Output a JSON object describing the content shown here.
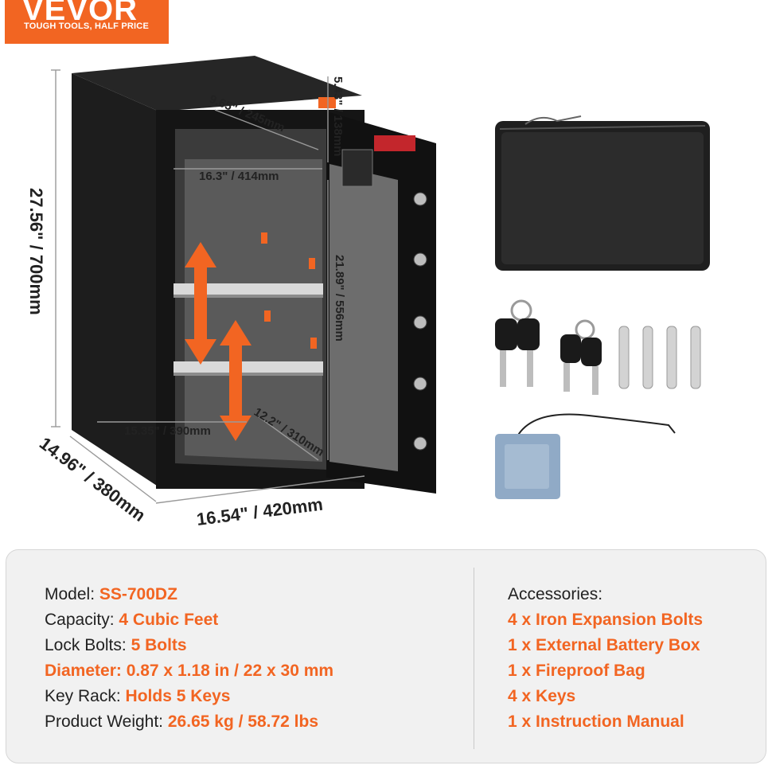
{
  "brand": {
    "name": "VEVOR",
    "tagline": "TOUGH TOOLS, HALF PRICE",
    "color": "#f26522"
  },
  "dimensions": {
    "height": "27.56\" / 700mm",
    "depth_outer": "14.96\" / 380mm",
    "width_outer": "16.54\" / 420mm",
    "top_depth": "9.65\" / 245mm",
    "top_height": "5.43\" / 138mm",
    "top_width": "16.3\" / 414mm",
    "door_height": "21.89\" / 556mm",
    "inner_width": "15.35\" / 390mm",
    "inner_depth": "12.2\" / 310mm"
  },
  "specs": {
    "model_label": "Model:",
    "model_value": "SS-700DZ",
    "capacity_label": "Capacity:",
    "capacity_value": "4 Cubic Feet",
    "bolts_label": "Lock Bolts:",
    "bolts_value": "5 Bolts",
    "diameter_label": "Diameter:",
    "diameter_value": "0.87 x 1.18 in / 22 x 30 mm",
    "keyrack_label": "Key Rack:",
    "keyrack_value": "Holds 5 Keys",
    "weight_label": "Product Weight:",
    "weight_value": "26.65 kg / 58.72 lbs"
  },
  "accessories": {
    "title": "Accessories:",
    "items": [
      "4 x Iron Expansion Bolts",
      "1 x External Battery Box",
      "1 x Fireproof Bag",
      "4 x Keys",
      "1 x Instruction Manual"
    ]
  },
  "icons": {
    "safe": "safe-icon",
    "bag": "fireproof-bag-icon",
    "keys": "key-icon",
    "bolts": "expansion-bolt-icon",
    "battery_box": "battery-box-icon"
  }
}
